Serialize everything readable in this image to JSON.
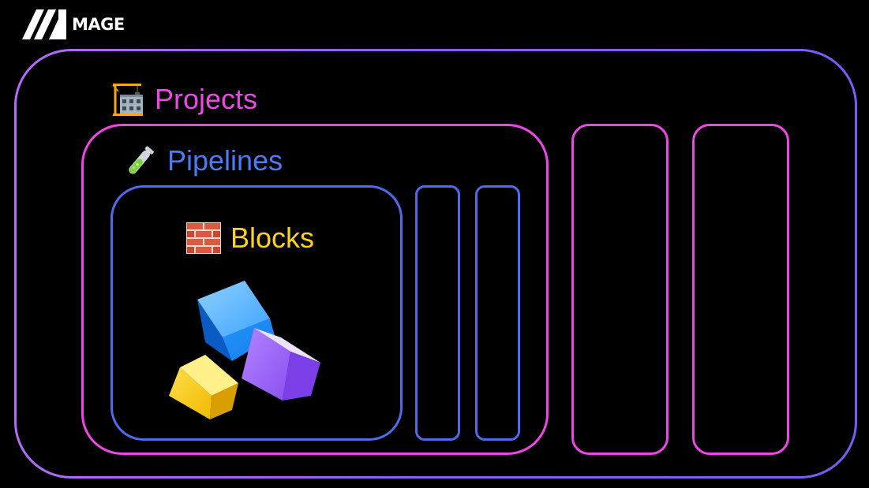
{
  "brand": {
    "name": "MAGE"
  },
  "diagram": {
    "projects": {
      "label": "Projects",
      "icon": "building-construction-icon",
      "color": "#ef47e6"
    },
    "pipelines": {
      "label": "Pipelines",
      "icon": "test-tube-icon",
      "color": "#4e7af4"
    },
    "blocks": {
      "label": "Blocks",
      "icon": "brick-icon",
      "color": "#ffd31a"
    },
    "outer_frame_color": "#8c5cf2",
    "cube_colors": [
      "#1e8cf5",
      "#9b62f4",
      "#ffd000"
    ]
  }
}
